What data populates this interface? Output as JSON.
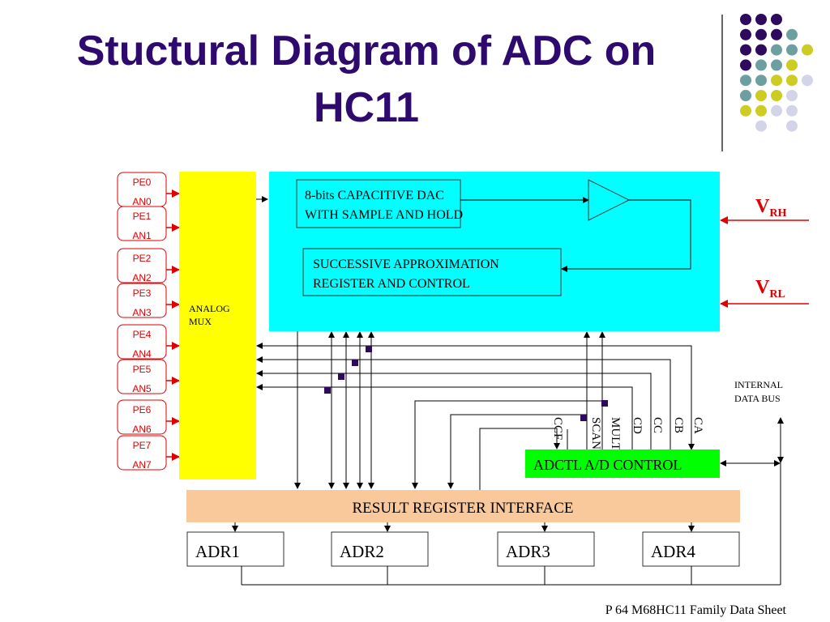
{
  "slide": {
    "title_line1": "Stuctural Diagram of ADC on",
    "title_line2": "HC11",
    "footer": "P 64 M68HC11 Family Data Sheet"
  },
  "pins": [
    {
      "pe": "PE0",
      "an": "AN0"
    },
    {
      "pe": "PE1",
      "an": "AN1"
    },
    {
      "pe": "PE2",
      "an": "AN2"
    },
    {
      "pe": "PE3",
      "an": "AN3"
    },
    {
      "pe": "PE4",
      "an": "AN4"
    },
    {
      "pe": "PE5",
      "an": "AN5"
    },
    {
      "pe": "PE6",
      "an": "AN6"
    },
    {
      "pe": "PE7",
      "an": "AN7"
    }
  ],
  "blocks": {
    "mux_line1": "ANALOG",
    "mux_line2": "MUX",
    "dac_line1": "8-bits CAPACITIVE DAC",
    "dac_line2": "WITH SAMPLE AND HOLD",
    "sar_line1": "SUCCESSIVE APPROXIMATION",
    "sar_line2": "REGISTER AND CONTROL",
    "adctl": "ADCTL A/D CONTROL",
    "result": "RESULT REGISTER INTERFACE",
    "adr": [
      "ADR1",
      "ADR2",
      "ADR3",
      "ADR4"
    ]
  },
  "refs": {
    "vrh_main": "V",
    "vrh_sub": "RH",
    "vrl_main": "V",
    "vrl_sub": "RL"
  },
  "control_bits": [
    "CCF",
    "SCAN",
    "MULT",
    "CD",
    "CC",
    "CB",
    "CA"
  ],
  "bus": {
    "line1": "INTERNAL",
    "line2": "DATA BUS"
  },
  "colors": {
    "title": "#2e0a6e",
    "mux": "#ffff00",
    "core": "#00ffff",
    "adctl": "#00ff00",
    "result": "#f9c99b",
    "pin": "#e00000"
  }
}
